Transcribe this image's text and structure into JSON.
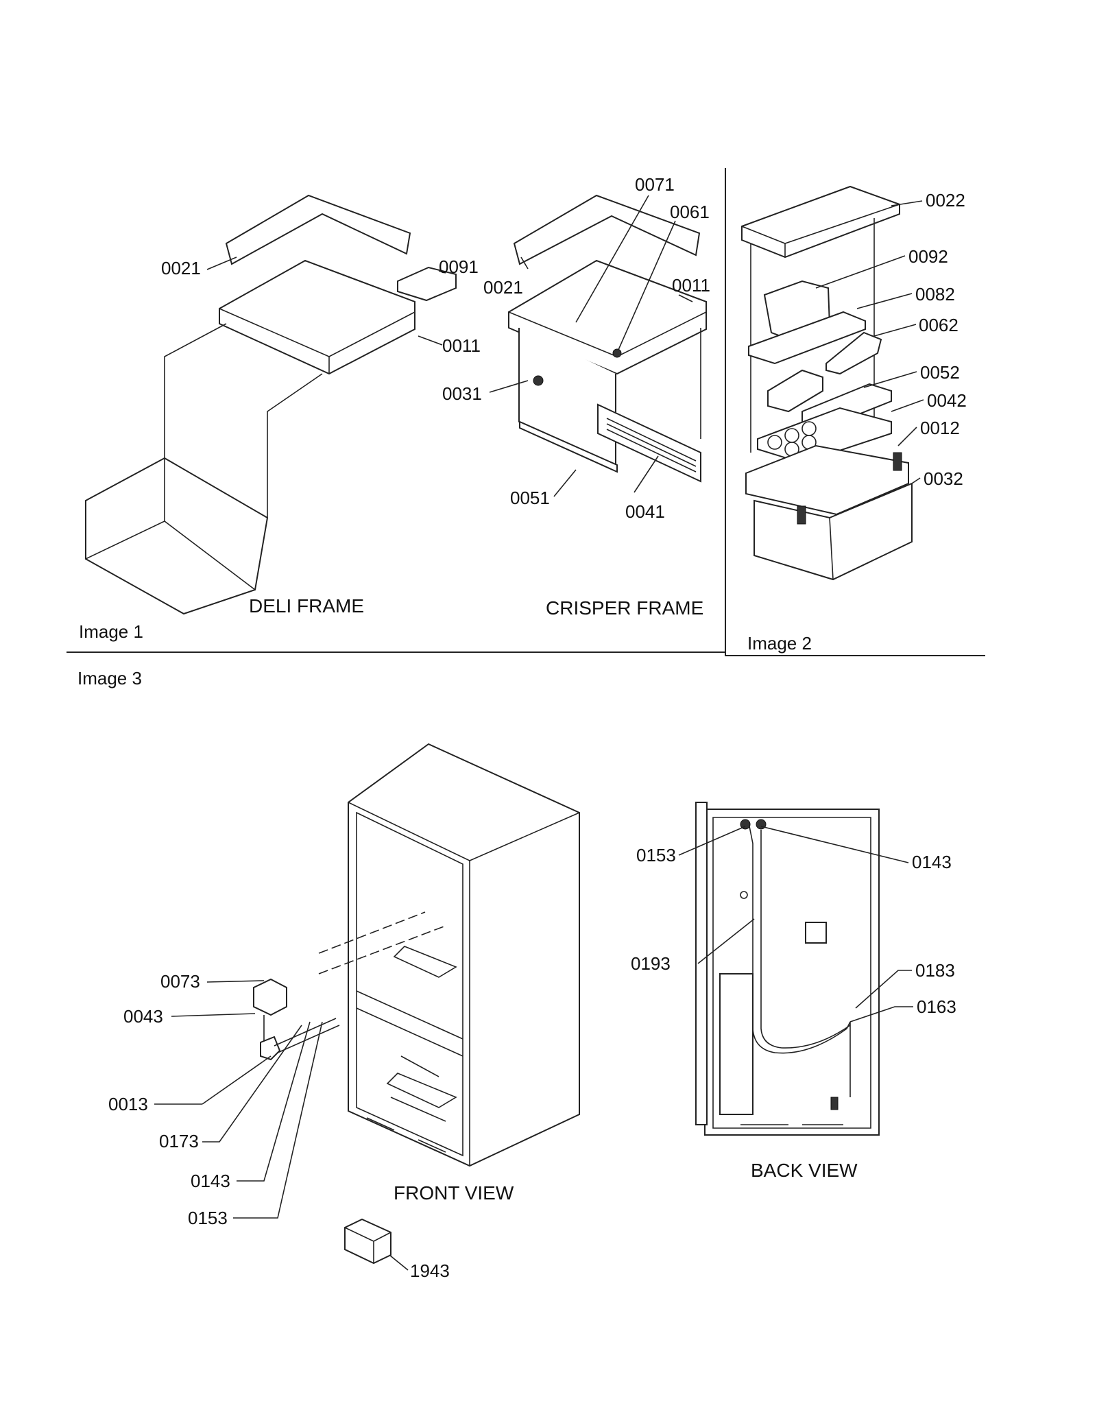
{
  "panels": {
    "image1": {
      "label": "Image 1",
      "deli_caption": "DELI FRAME",
      "crisper_caption": "CRISPER FRAME",
      "deli_callouts": [
        "0021",
        "0091",
        "0011"
      ],
      "crisper_callouts": [
        "0071",
        "0061",
        "0021",
        "0011",
        "0031",
        "0051",
        "0041"
      ]
    },
    "image2": {
      "label": "Image 2",
      "callouts": [
        "0022",
        "0092",
        "0082",
        "0062",
        "0052",
        "0042",
        "0012",
        "0032"
      ]
    },
    "image3": {
      "label": "Image 3",
      "front_caption": "FRONT VIEW",
      "back_caption": "BACK VIEW",
      "front_callouts": [
        "0073",
        "0043",
        "0013",
        "0173",
        "0143",
        "0153"
      ],
      "back_callouts": [
        "0153",
        "0143",
        "0193",
        "0183",
        "0163"
      ],
      "box_callout": "1943"
    }
  }
}
